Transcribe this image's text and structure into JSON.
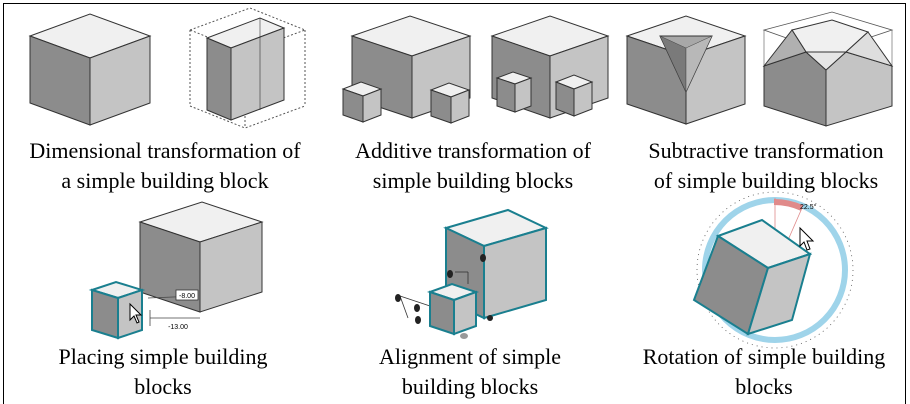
{
  "panels": [
    {
      "caption_line1": "Dimensional transformation of",
      "caption_line2": "a simple building block"
    },
    {
      "caption_line1": "Additive transformation of",
      "caption_line2": "simple building blocks"
    },
    {
      "caption_line1": "Subtractive transformation",
      "caption_line2": "of simple building blocks"
    },
    {
      "caption_line1": "Placing simple building",
      "caption_line2": "blocks",
      "dim_labels": [
        "-8.00",
        "-13.00"
      ]
    },
    {
      "caption_line1": "Alignment of simple",
      "caption_line2": "building blocks"
    },
    {
      "caption_line1": "Rotation of simple building",
      "caption_line2": "blocks",
      "angle_label": "22.5°"
    }
  ],
  "colors": {
    "top_face": "#f0f0f0",
    "left_face": "#8c8c8c",
    "right_face": "#c4c4c4",
    "selection_outline": "#1a7f8f",
    "rotation_ring": "#9fd4ea",
    "rotation_marker": "#e08a8a"
  }
}
